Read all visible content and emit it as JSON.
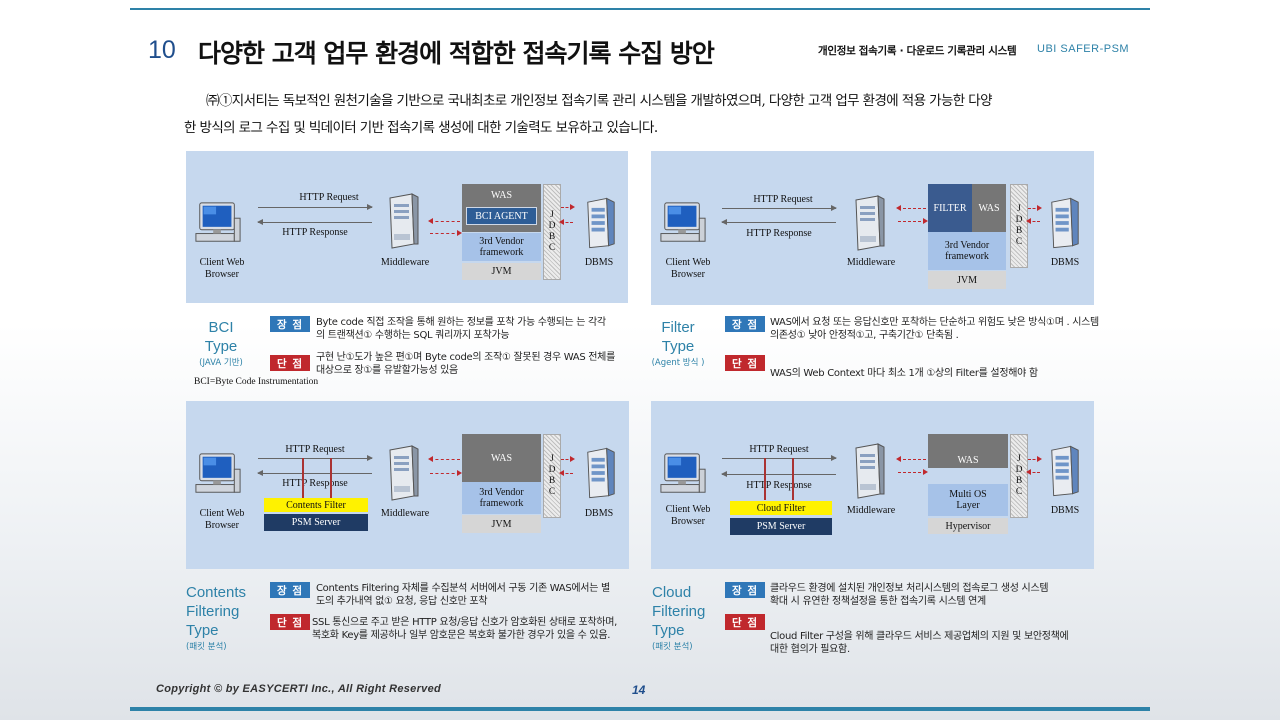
{
  "header": {
    "number": "10",
    "title": "다양한 고객 업무 환경에 적합한 접속기록 수집 방안",
    "subtitle": "개인정보 접속기록 · 다운로드 기록관리 시스템",
    "brand": "UBI SAFER-PSM"
  },
  "intro": {
    "line1": "㈜①지서티는 독보적인 원천기술을 기반으로 국내최초로 개인정보 접속기록 관리 시스템을 개발하였으며, 다양한 고객 업무 환경에 적용 가능한 다양",
    "line2": "한 방식의 로그 수집 및 빅데이터 기반 접속기록 생성에 대한 기술력도 보유하고 있습니다."
  },
  "diagram_common": {
    "http_request": "HTTP Request",
    "http_response": "HTTP Response",
    "client_line1": "Client  Web",
    "client_line2": "Browser",
    "middleware": "Middleware",
    "dbms": "DBMS",
    "jdbc": [
      "J",
      "D",
      "B",
      "C"
    ]
  },
  "panels": {
    "bci": {
      "was": "WAS",
      "agent": "BCI AGENT",
      "vendor_line1": "3rd Vendor",
      "vendor_line2": "framework",
      "jvm": "JVM",
      "type_line1": "BCI",
      "type_line2": "Type",
      "type_sub": "(JAVA 기반)",
      "note": "BCI=Byte  Code Instrumentation",
      "pro_label": "장 점",
      "con_label": "단 점",
      "pro_text": "Byte  code  직접  조작을  통해  원하는  정보를  포착  가능  수행되는  는 각각의 트랜잭션① 수행하는 SQL 쿼리까지 포착가능",
      "con_text": "구현  난①도가  높은  편①며  Byte  code의  조작①  잘못된  경우  WAS 전체를 대상으로 장①를 유발할가능성 있음"
    },
    "filter": {
      "filter": "FILTER",
      "was": "WAS",
      "vendor": "3rd Vendor framework",
      "jvm": "JVM",
      "type_line1": "Filter",
      "type_line2": "Type",
      "type_sub": "(Agent 방식 )",
      "pro_label": "장 점",
      "con_label": "단 점",
      "pro_text": "WAS에서  요청  또는  응답신호만  포착하는  단순하고  위험도  낮은  방식①며 .  시스템   의존성①   낮아   안정적①고,   구축기간①   단축됨  .",
      "con_text": "WAS의  Web Context  마다  최소  1개  ①상의  Filter를  설정해야  함"
    },
    "contents": {
      "was": "WAS",
      "vendor_line1": "3rd Vendor",
      "vendor_line2": "framework",
      "jvm": "JVM",
      "filter_box": "Contents Filter",
      "psm": "PSM Server",
      "type_line1": "Contents",
      "type_line2": "Filtering",
      "type_line3": "Type",
      "type_sub": "(패킷 분석)",
      "pro_label": "장 점",
      "con_label": "단 점",
      "pro_text": "Contents  Filtering 자체를 수집분석 서버에서 구동  기존 WAS에서는 별도의 추가내역 없① 요청, 응답 신호만 포착",
      "con_text": "SSL 통신으로 주고 받은 HTTP 요청/응답 신호가 암호화된 상태로 포착하며, 복호화 Key를 제공하나 일부 암호문은 복호화 불가한 경우가 있을 수 있음."
    },
    "cloud": {
      "was": "WAS",
      "os_line1": "Multi OS",
      "os_line2": "Layer",
      "hypervisor": "Hypervisor",
      "filter_box": "Cloud Filter",
      "psm": "PSM Server",
      "type_line1": "Cloud",
      "type_line2": "Filtering",
      "type_line3": "Type",
      "type_sub": "(패킷 분석)",
      "pro_label": "장 점",
      "con_label": "단 점",
      "pro_text": "클라우드 환경에 설치된 개인정보 처리시스템의 접속로그 생성 시스템 확대 시 유연한 정책설정을 통한 접속기록 시스템 연계",
      "con_text": "Cloud  Filter  구성을 위해  클라우드 서비스  제공업체의 지원  및 보안정책에 대한 협의가 필요함."
    }
  },
  "footer": {
    "copyright": "Copyright © by EASYCERTI Inc., All Right Reserved",
    "page": "14"
  },
  "colors": {
    "accent": "#2e82a8",
    "panel": "#c6d8ee",
    "pro": "#2f77b8",
    "con": "#c0282d",
    "highlight": "#fff200"
  }
}
